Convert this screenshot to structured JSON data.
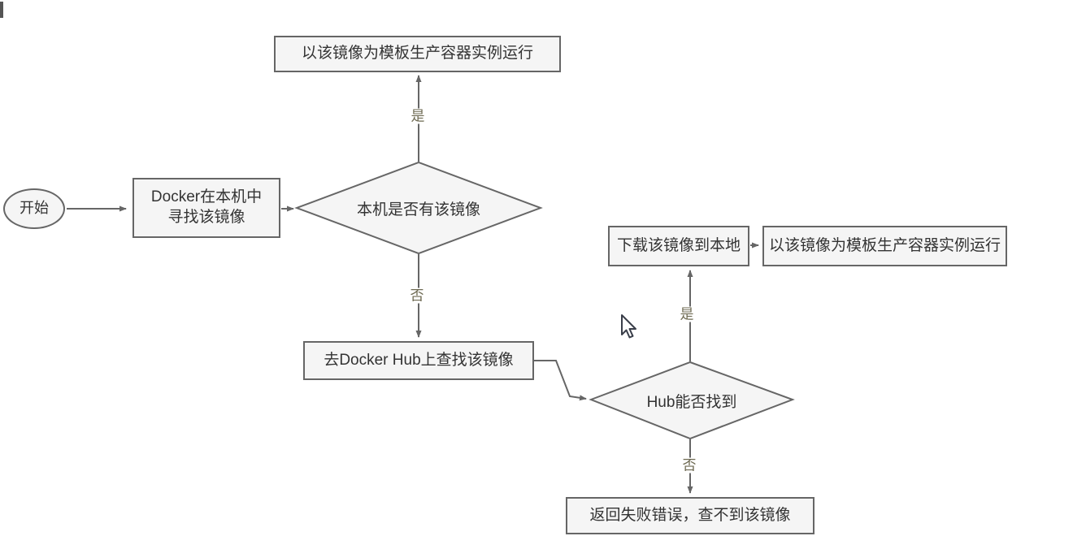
{
  "diagram": {
    "nodes": {
      "start": {
        "type": "ellipse",
        "label": "开始"
      },
      "find_local": {
        "type": "rect",
        "line1": "Docker在本机中",
        "line2": "寻找该镜像"
      },
      "has_local_decision": {
        "type": "diamond",
        "label": "本机是否有该镜像"
      },
      "run_instance_top": {
        "type": "rect",
        "label": "以该镜像为模板生产容器实例运行"
      },
      "search_hub": {
        "type": "rect",
        "label": "去Docker Hub上查找该镜像"
      },
      "hub_found_decision": {
        "type": "diamond",
        "label": "Hub能否找到"
      },
      "download_image": {
        "type": "rect",
        "label": "下载该镜像到本地"
      },
      "run_instance_right": {
        "type": "rect",
        "label": "以该镜像为模板生产容器实例运行"
      },
      "return_error": {
        "type": "rect",
        "label": "返回失败错误，查不到该镜像"
      }
    },
    "edge_labels": {
      "local_yes": "是",
      "local_no": "否",
      "hub_yes": "是",
      "hub_no": "否"
    },
    "colors": {
      "background": "#ffffff",
      "node_fill": "#f5f5f5",
      "node_stroke": "#666666",
      "edge_stroke": "#666666",
      "node_text": "#333333",
      "edge_label_text": "#6e6a52"
    }
  }
}
